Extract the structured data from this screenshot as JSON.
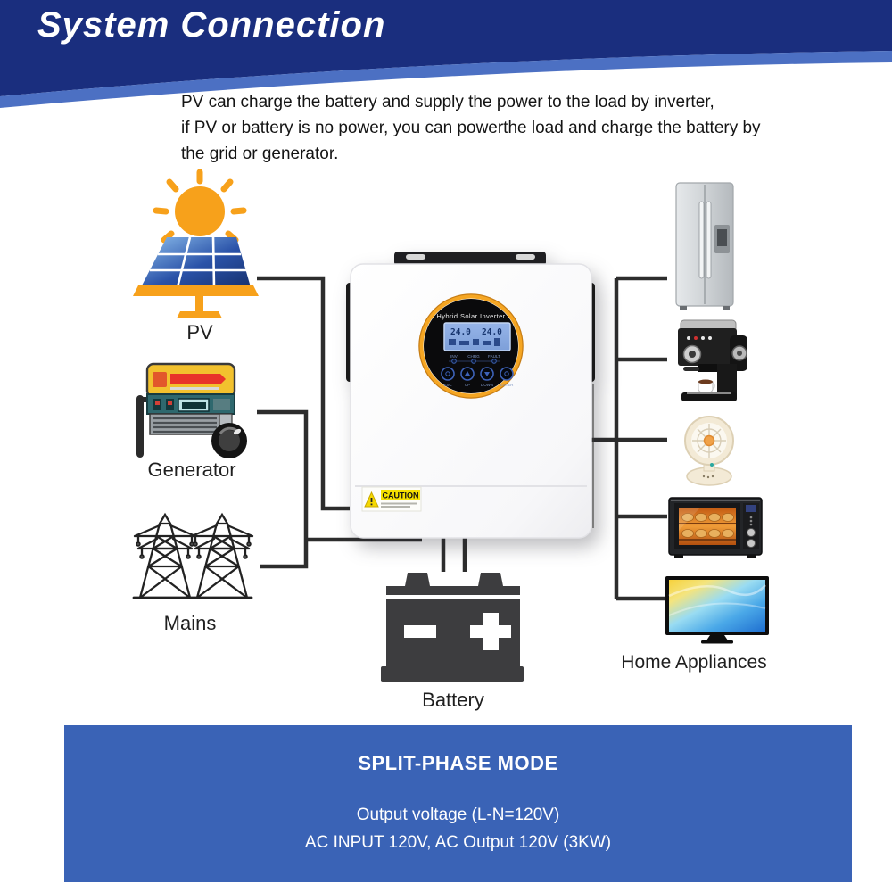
{
  "header": {
    "title": "System Connection",
    "colors": {
      "band": "#1a2e7e",
      "stripe": "#4c70c3"
    }
  },
  "description": {
    "lines": [
      "PV can charge the battery and supply the power to the load by inverter,",
      "if PV or battery is no power, you can powerthe load and charge the battery by",
      "the grid or generator."
    ]
  },
  "diagram": {
    "wire_color": "#2d2d2d",
    "labels": {
      "pv": "PV",
      "generator": "Generator",
      "mains": "Mains",
      "battery": "Battery",
      "home_appliances": "Home Appliances"
    },
    "appliance_icons": [
      "refrigerator-icon",
      "coffee-machine-icon",
      "fan-icon",
      "oven-icon",
      "tv-icon"
    ],
    "inverter": {
      "brand_text": "Hybrid Solar Inverter",
      "lcd": {
        "left_value": "24.0",
        "right_value": "24.0"
      },
      "indicators": [
        "INV",
        "CHRG",
        "FAULT"
      ],
      "buttons": [
        "ESC",
        "UP",
        "DOWN",
        "ENTER"
      ],
      "caution_label": "CAUTION",
      "accent_ring": "#f5a623"
    },
    "icon_colors": {
      "sun_orange": "#f7a11b",
      "panel_blue_dark": "#17316e",
      "generator_yellow": "#f2c12e",
      "generator_teal": "#2e686e",
      "battery_gray": "#3d3d3f"
    }
  },
  "footer": {
    "title": "SPLIT-PHASE MODE",
    "lines": [
      "Output voltage (L-N=120V)",
      "AC INPUT 120V, AC Output 120V (3KW)"
    ],
    "bg": "#3a63b6"
  }
}
